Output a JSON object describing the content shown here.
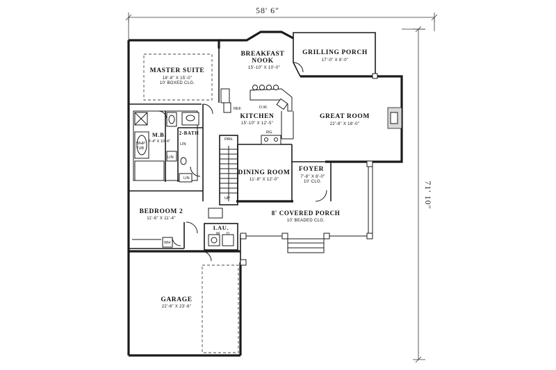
{
  "dimensions": {
    "width": "58' 6\"",
    "depth": "71' 10\""
  },
  "rooms": {
    "master_suite": {
      "name": "MASTER SUITE",
      "size": "18'-8\" X 15'-0\"",
      "note": "10' BOXED CLG."
    },
    "breakfast_nook": {
      "name_line1": "BREAKFAST",
      "name_line2": "NOOK",
      "size": "15'-10\" X 10'-0\""
    },
    "grilling_porch": {
      "name": "GRILLING PORCH",
      "size": "17'-0\" X 8'-0\""
    },
    "kitchen": {
      "name": "KITCHEN",
      "size": "15'-10\" X 12'-5\""
    },
    "great_room": {
      "name": "GREAT ROOM",
      "size": "22'-8\" X 18'-0\""
    },
    "master_bath": {
      "name": "M.B.",
      "size": "9'-4\" X 10'-4\""
    },
    "second_bath": {
      "name": "2-BATH"
    },
    "dining_room": {
      "name": "DINING ROOM",
      "size": "11'-8\" X 12'-0\""
    },
    "foyer": {
      "name": "FOYER",
      "size": "7'-8\" X 8'-0\"",
      "note": "10' CLG."
    },
    "bedroom_2": {
      "name": "BEDROOM 2",
      "size": "11'-6\" X 11'-4\""
    },
    "covered_porch": {
      "name": "8' COVERED PORCH",
      "note": "10' BEADED CLG."
    },
    "laundry": {
      "name": "LAU."
    },
    "garage": {
      "name": "GARAGE",
      "size": "22'-6\" X 23'-6\""
    }
  },
  "fixtures": {
    "refrigerator": "REF.",
    "dishwasher": "D.W.",
    "range": "RG.",
    "pantry": "PAN.",
    "stair_up": "UP",
    "whirlpool_tub_line1": "WHP",
    "whirlpool_tub_line2": "TUB",
    "linen_1": "LIN",
    "linen_2": "LIN",
    "linen_3": "LIN",
    "washer": "W",
    "dryer": "D",
    "water_heater": "WH"
  }
}
